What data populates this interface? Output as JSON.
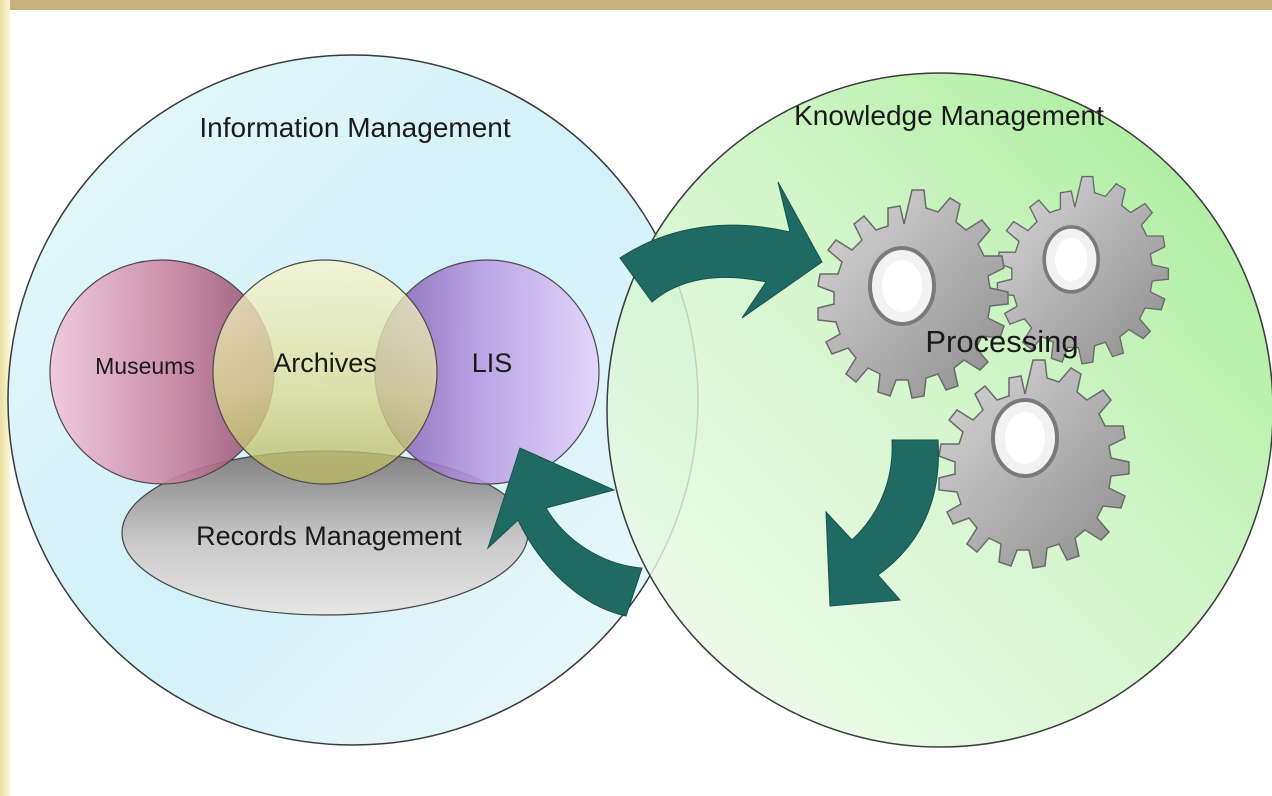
{
  "labels": {
    "information_management": "Information Management",
    "knowledge_management": "Knowledge Management",
    "museums": "Museums",
    "archives": "Archives",
    "lis": "LIS",
    "records_management": "Records Management",
    "processing": "Processing"
  },
  "colors": {
    "frame_left": "#f3ecb8",
    "frame_top": "#c6b07a",
    "info_circle": "#d5f2f8",
    "knowledge_circle": "#b6f0a6",
    "museums": "#b56a8e",
    "archives": "#d9d88a",
    "lis": "#a886d4",
    "records": "#9a9a9a",
    "arrow": "#1f6b64",
    "gear": "#a9a9a9"
  },
  "icons": [
    "gear-icon",
    "arrow-icon"
  ]
}
